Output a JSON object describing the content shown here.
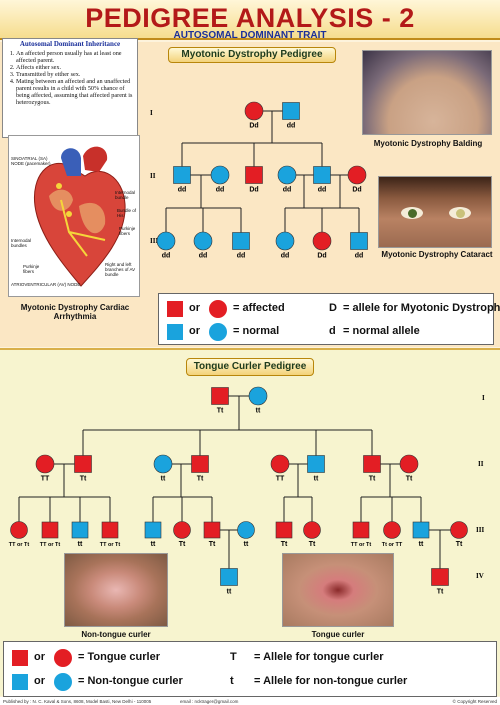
{
  "header": {
    "title": "PEDIGREE ANALYSIS - 2",
    "subtitle": "AUTOSOMAL DOMINANT TRAIT"
  },
  "colors": {
    "affected": "#e31e24",
    "normal": "#1aa3dd",
    "title": "#b31919"
  },
  "inheritance": {
    "title": "Autosomal Dominant Inheritance",
    "points": [
      "An affected person usually has at least one affected parent.",
      "Affects either sex.",
      "Transmitted by either sex.",
      "Mating between an affected and an unaffected parent results in a child with 50% chance of being affected, assuming that affected parent is heterozygous."
    ]
  },
  "myotonic": {
    "pill": "Myotonic Dystrophy Pedigree",
    "generations": [
      "I",
      "II",
      "III"
    ],
    "gen1": [
      {
        "shape": "circle",
        "status": "affected",
        "genotype": "Dd"
      },
      {
        "shape": "square",
        "status": "normal",
        "genotype": "dd"
      }
    ],
    "gen2": [
      {
        "shape": "square",
        "status": "normal",
        "genotype": "dd"
      },
      {
        "shape": "circle",
        "status": "normal",
        "genotype": "dd"
      },
      {
        "shape": "square",
        "status": "affected",
        "genotype": "Dd"
      },
      {
        "shape": "circle",
        "status": "normal",
        "genotype": "dd"
      },
      {
        "shape": "square",
        "status": "normal",
        "genotype": "dd"
      },
      {
        "shape": "circle",
        "status": "affected",
        "genotype": "Dd"
      }
    ],
    "gen3": [
      {
        "shape": "circle",
        "status": "normal",
        "genotype": "dd"
      },
      {
        "shape": "circle",
        "status": "normal",
        "genotype": "dd"
      },
      {
        "shape": "square",
        "status": "normal",
        "genotype": "dd"
      },
      {
        "shape": "circle",
        "status": "normal",
        "genotype": "dd"
      },
      {
        "shape": "circle",
        "status": "affected",
        "genotype": "Dd"
      },
      {
        "shape": "square",
        "status": "normal",
        "genotype": "dd"
      }
    ],
    "photos": {
      "balding": "Myotonic Dystrophy Balding",
      "cataract": "Myotonic Dystrophy Cataract",
      "heart": "Myotonic Dystrophy Cardiac Arrhythmia"
    },
    "heart_labels": [
      "SINOATRIAL (SA) NODE (pacemaker)",
      "Internodal bundle",
      "Bundle of His",
      "Purkinje fibers",
      "Internodal bundles",
      "Purkinje fibers",
      "Right and left branches of AV bundle",
      "ATRIOVENTRICULAR (AV) NODE"
    ],
    "legend": {
      "or": "or",
      "affected": "= affected",
      "normal": "= normal",
      "d_upper": "D",
      "d_upper_def": "=   allele for Myotonic Dystrophy",
      "d_lower": "d",
      "d_lower_def": "=   normal allele"
    }
  },
  "tongue": {
    "pill": "Tongue Curler Pedigree",
    "generations": [
      "I",
      "II",
      "III",
      "IV"
    ],
    "gen1": [
      {
        "shape": "square",
        "status": "affected",
        "genotype": "Tt"
      },
      {
        "shape": "circle",
        "status": "normal",
        "genotype": "tt"
      }
    ],
    "gen2": [
      {
        "shape": "circle",
        "status": "affected",
        "genotype": "TT"
      },
      {
        "shape": "square",
        "status": "affected",
        "genotype": "Tt"
      },
      {
        "shape": "circle",
        "status": "normal",
        "genotype": "tt"
      },
      {
        "shape": "square",
        "status": "affected",
        "genotype": "Tt"
      },
      {
        "shape": "circle",
        "status": "affected",
        "genotype": "TT"
      },
      {
        "shape": "square",
        "status": "normal",
        "genotype": "tt"
      },
      {
        "shape": "square",
        "status": "affected",
        "genotype": "Tt"
      },
      {
        "shape": "circle",
        "status": "affected",
        "genotype": "Tt"
      }
    ],
    "gen3": [
      {
        "shape": "circle",
        "status": "affected",
        "genotype": "TT or Tt"
      },
      {
        "shape": "square",
        "status": "affected",
        "genotype": "TT or Tt"
      },
      {
        "shape": "square",
        "status": "normal",
        "genotype": "tt"
      },
      {
        "shape": "square",
        "status": "affected",
        "genotype": "TT or Tt"
      },
      {
        "shape": "square",
        "status": "normal",
        "genotype": "tt"
      },
      {
        "shape": "circle",
        "status": "affected",
        "genotype": "Tt"
      },
      {
        "shape": "square",
        "status": "affected",
        "genotype": "Tt"
      },
      {
        "shape": "circle",
        "status": "normal",
        "genotype": "tt"
      },
      {
        "shape": "square",
        "status": "affected",
        "genotype": "Tt"
      },
      {
        "shape": "circle",
        "status": "affected",
        "genotype": "Tt"
      },
      {
        "shape": "square",
        "status": "affected",
        "genotype": "TT or Tt"
      },
      {
        "shape": "circle",
        "status": "affected",
        "genotype": "Tt or TT"
      },
      {
        "shape": "square",
        "status": "normal",
        "genotype": "tt"
      },
      {
        "shape": "circle",
        "status": "affected",
        "genotype": "Tt"
      }
    ],
    "gen4": [
      {
        "shape": "square",
        "status": "normal",
        "genotype": "tt"
      },
      {
        "shape": "square",
        "status": "affected",
        "genotype": "Tt"
      }
    ],
    "photos": {
      "non": "Non-tongue curler",
      "curler": "Tongue curler"
    },
    "legend": {
      "or": "or",
      "affected": "= Tongue curler",
      "normal": "= Non-tongue curler",
      "t_upper": "T",
      "t_upper_def": "=   Allele for tongue curler",
      "t_lower": "t",
      "t_lower_def": "=   Allele for non-tongue curler"
    }
  },
  "footer": {
    "publisher": "Published by : N. C. Kaval & Sons, 8608, Model Basti, New Delhi - 110005",
    "email": "email : ncktrager@gmail.com",
    "copyright": "© Copyright Reserved"
  }
}
